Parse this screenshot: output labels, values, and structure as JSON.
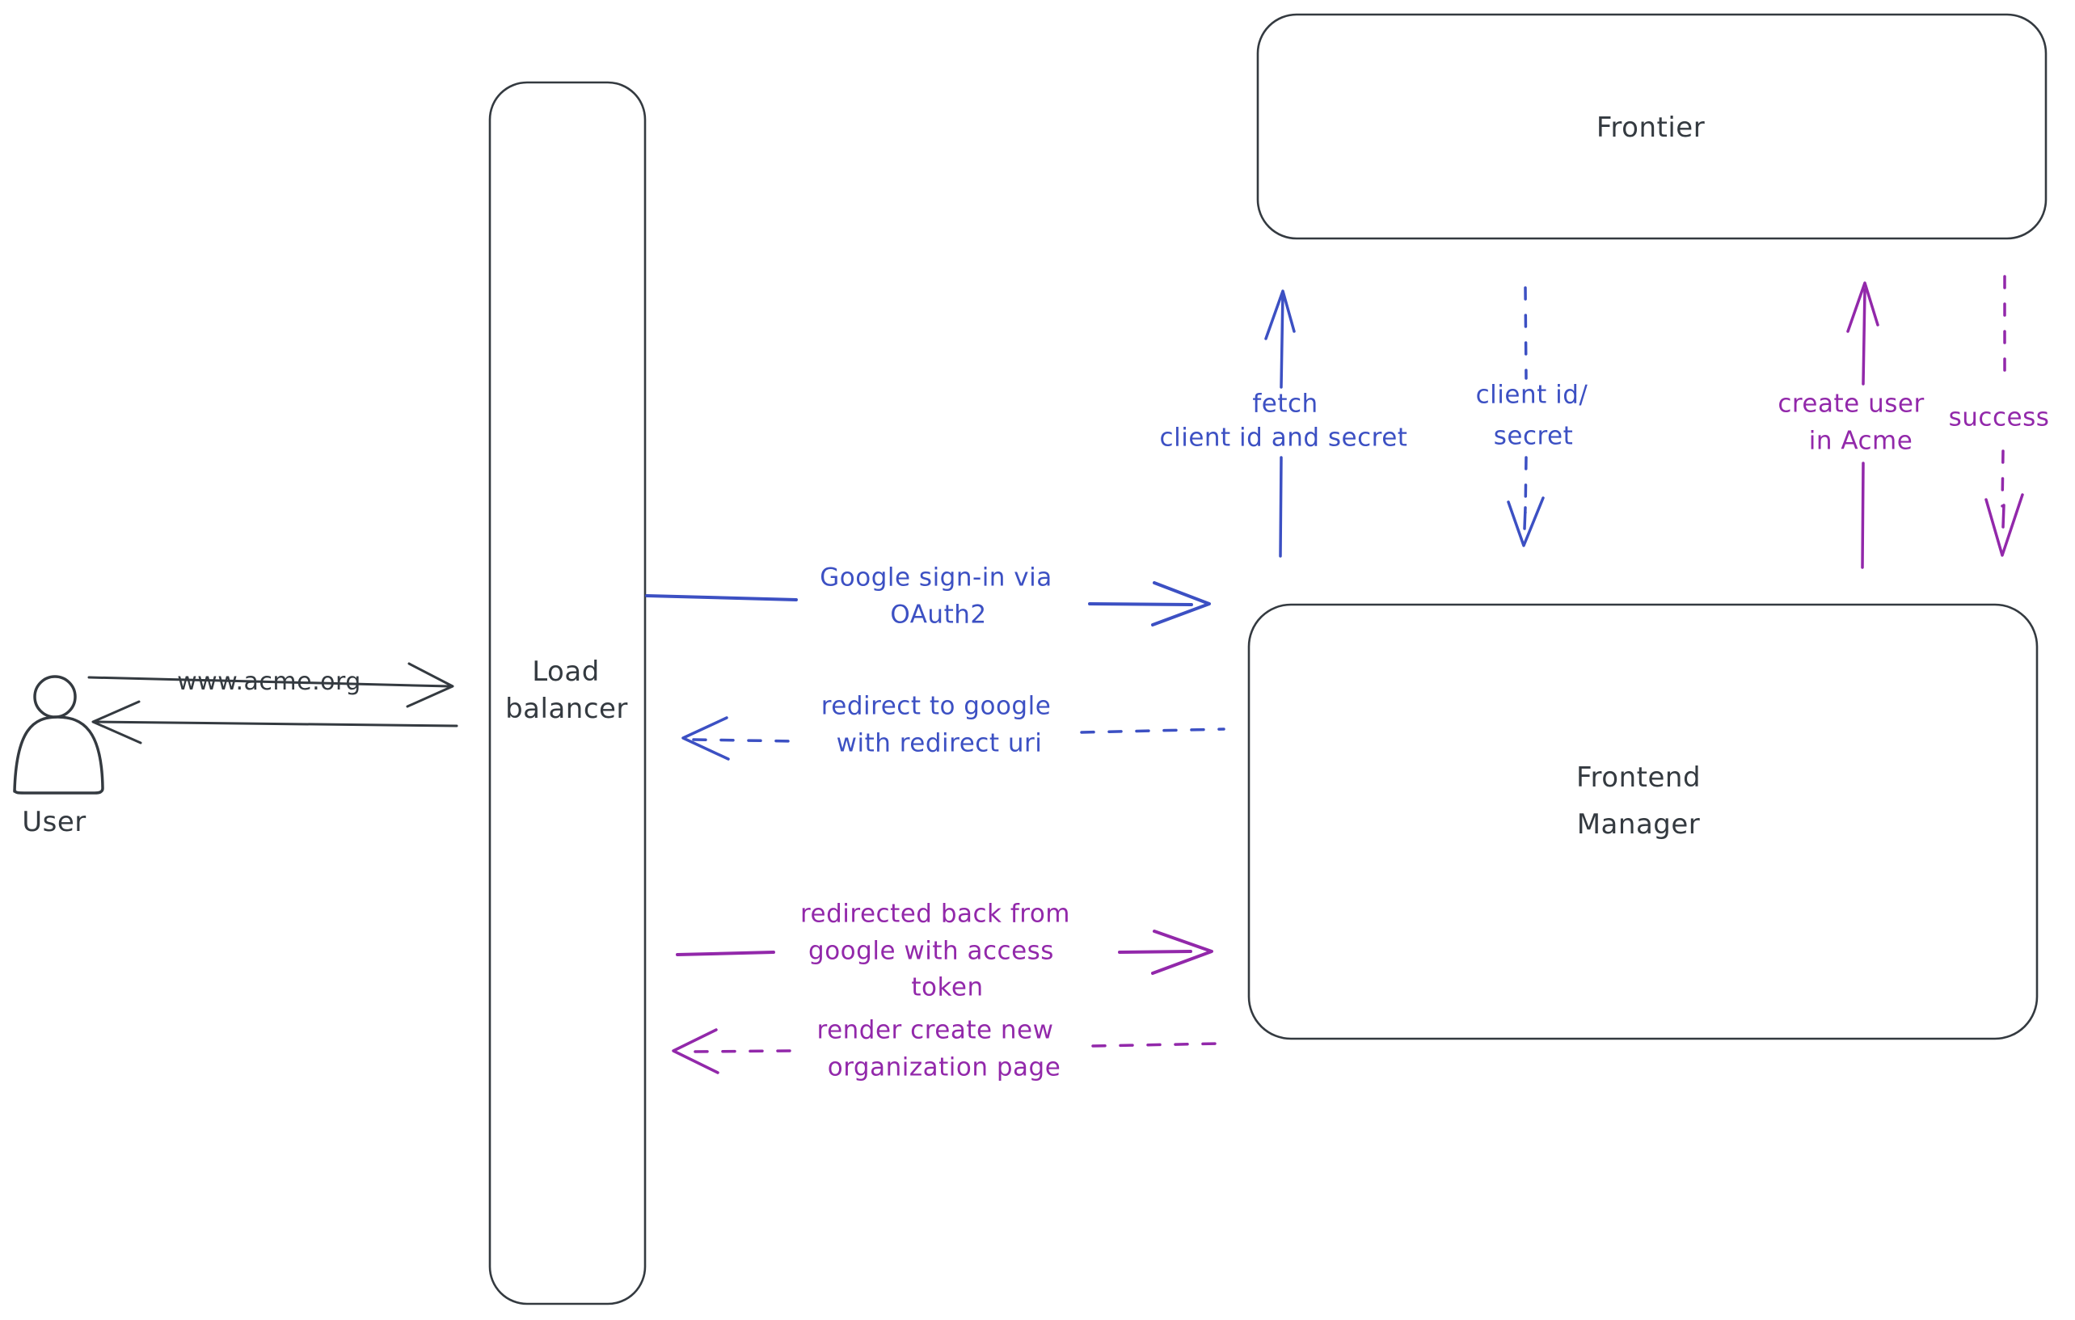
{
  "diagram": {
    "nodes": {
      "user": {
        "label": "User"
      },
      "load_balancer": {
        "line1": "Load",
        "line2": "balancer"
      },
      "frontier": {
        "label": "Frontier"
      },
      "frontend_manager": {
        "line1": "Frontend",
        "line2": "Manager"
      }
    },
    "edges": {
      "www_acme": {
        "label": "www.acme.org"
      },
      "google_signin": {
        "line1": "Google sign-in via",
        "line2": "OAuth2"
      },
      "redirect_to_google": {
        "line1": "redirect to google",
        "line2": "with redirect uri"
      },
      "fetch_client_id": {
        "line1": "fetch",
        "line2": "client id and secret"
      },
      "client_id_secret": {
        "line1": "client id/",
        "line2": "secret"
      },
      "create_user": {
        "line1": "create user",
        "line2": "in Acme"
      },
      "success": {
        "label": "success"
      },
      "redirected_back": {
        "line1": "redirected back from",
        "line2": "google with access",
        "line3": "token"
      },
      "render_org_page": {
        "line1": "render create new",
        "line2": "organization page"
      }
    },
    "colors": {
      "ink": "#343a40",
      "blue": "#3c50c3",
      "purple": "#9228aa",
      "hatch": "#cdd5df",
      "background": "#ffffff"
    }
  }
}
